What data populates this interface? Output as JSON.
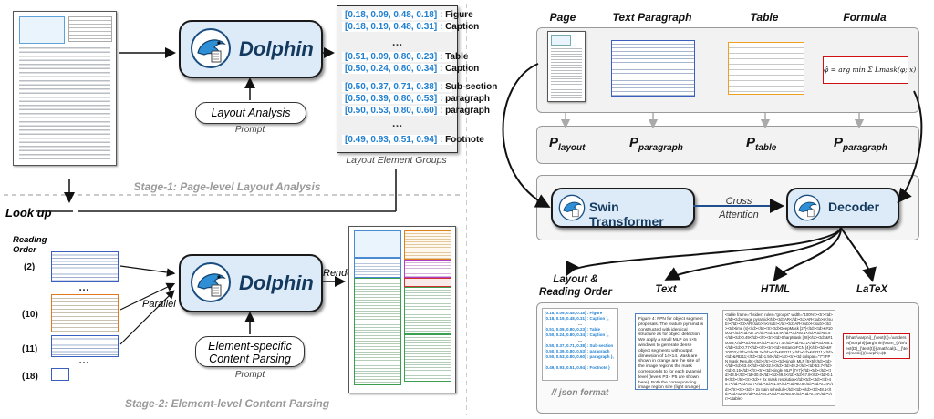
{
  "stage1": {
    "dolphin_label": "Dolphin",
    "prompt_pill": "Layout Analysis",
    "prompt_label": "Prompt",
    "groups_label": "Layout Element Groups",
    "stage_label": "Stage-1: Page-level Layout Analysis",
    "groups": [
      {
        "box": "[0.18, 0.09, 0.48, 0.18]",
        "label": "Figure"
      },
      {
        "box": "[0.18, 0.19, 0.48, 0.31]",
        "label": "Caption"
      },
      {
        "box": "[0.51, 0.09, 0.80, 0.23]",
        "label": "Table"
      },
      {
        "box": "[0.50, 0.24, 0.80, 0.34]",
        "label": "Caption"
      },
      {
        "box": "[0.50, 0.37, 0.71, 0.38]",
        "label": "Sub-section"
      },
      {
        "box": "[0.50, 0.39, 0.80, 0.53]",
        "label": "paragraph"
      },
      {
        "box": "[0.50, 0.53, 0.80, 0.60]",
        "label": "paragraph"
      },
      {
        "box": "[0.49, 0.93, 0.51, 0.94]",
        "label": "Footnote"
      }
    ],
    "ellipsis": "…"
  },
  "stage2": {
    "lookup_label": "Look up",
    "reading_order_label": "Reading Order",
    "rows": [
      "(2)",
      "(10)",
      "(11)",
      "(18)"
    ],
    "parallel_label": "Parallel",
    "dolphin_label": "Dolphin",
    "render_label": "Render",
    "prompt_pill": "Element-specific Content Parsing",
    "prompt_label": "Prompt",
    "stage_label": "Stage-2: Element-level Content Parsing",
    "ellipsis": "…"
  },
  "right": {
    "input_titles": [
      "Page",
      "Text Paragraph",
      "Table",
      "Formula"
    ],
    "prompts": [
      {
        "base": "P",
        "sub": "layout"
      },
      {
        "base": "P",
        "sub": "paragraph"
      },
      {
        "base": "P",
        "sub": "table"
      },
      {
        "base": "P",
        "sub": "paragraph"
      }
    ],
    "encoder": "Swin Transformer",
    "cross_attention": "Cross Attention",
    "decoder": "Decoder",
    "output_titles": [
      "Layout & Reading Order",
      "Text",
      "HTML",
      "LaTeX"
    ],
    "layout_lines": [
      "[0.18, 0.09, 0.48, 0.18] : Figure",
      "[0.18, 0.19, 0.48, 0.31] : Caption },",
      "...",
      "[0.51, 0.09, 0.80, 0.23] : Table",
      "[0.50, 0.24, 0.80, 0.34] : Caption },",
      "...",
      "[0.50, 0.37, 0.71, 0.38] : Sub-section",
      "[0.50, 0.39, 0.80, 0.53] : paragraph",
      "[0.50, 0.53, 0.80, 0.60] : paragraph },",
      "...",
      "[0.49, 0.93, 0.51, 0.94] : Footnote }"
    ],
    "json_format": "// json format",
    "text_output": "Figure 4: FPN for object segment proposals. The feature pyramid is constructed with identical structure as for object detection. We apply a small MLP on 5×5 windows to generate dense object segments with output dimension of 14×14. Mask are shown in orange are the size of the image regions the mask corresponds to for each pyramid level (levels P3 - P5 are shown here). Both the corresponding image region size (light orange) and canonical object size (dark orange) are shown. Half octaves are handled by an MLP on 7×7 windows (7 ≈ 5√2), not shown here. Details are in the appendix.",
    "html_output": "<table frame=\"hsides\" rules=\"groups\" width=\"100%\"><tr><td></td><td>image pyramid</td><td>AR</td><td>AR<sub>s</sub></td><td>AR<sub>m</sub></td><td>AR<sub>l</sub></td><td>time (s)</td></tr><tr><td>DeepMask [27]</td><td>&#10003;</td><td>37.1</td><td>15.8</td><td>50.1</td><td>54.9</td><td>0.49</td></tr><tr><td>SharpMask [28]</td><td>&#10003;</td><td>39.8</td><td>17.4</td><td>53.1</td><td>59.1</td><td>0.77</td></tr><tr><td>InstanceFCN [4]</td><td>&#10003;</td><td>39.2</td><td>&#8211;</td><td>&#8211;</td><td>&#8211;</td><td>1.50</td></tr><tr><td colspan=\"7\">FPN Mask Results:</td></tr><tr><td>single MLP [5×5]</td><td></td><td>43.4</td><td>32.5</td><td>49.2</td><td>53.7</td><td>0.15</td></tr><tr><td>single MLP [7×7]</td><td></td><td>43.5</td><td>30.0</td><td>49.6</td><td>57.8</td><td>0.19</td></tr><tr><td>+ 2x mask resolution</td><td></td><td>45.7</td><td>31.7</td><td>51.5</td><td>60.6</td><td>0.24</td></tr><tr><td>+ 2x train schedule</td><td></td><td>48.1</td><td>32.6</td><td>54.2</td><td>65.6</td><td>0.24</td></tr></table>",
    "latex_output": "$\\hat{\\varphi}_{\\text{t}}=\\underset{\\varphi}{\\arg\\min}\\sum_{x\\in\\text{D}_{\\text{t}}}\\mathcal{L}_{\\text{mask}}(\\varphi;x)$",
    "formula_text": "φ̂ = arg min Σ Lmask(φ; x)"
  },
  "colors": {
    "accent": "#1f7fd1",
    "box_fill": "#dcebf7",
    "arrow_gray": "#aaaaaa",
    "formula_red": "#d01010",
    "table_orange": "#f0a020"
  }
}
